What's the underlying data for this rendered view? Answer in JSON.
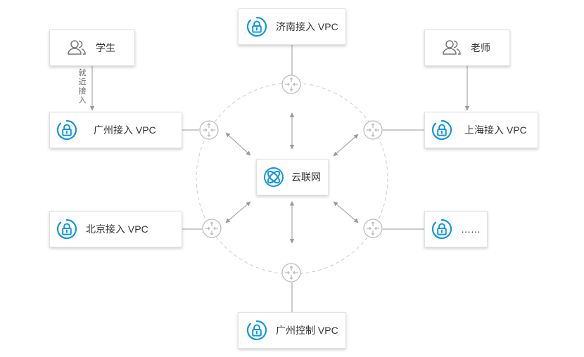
{
  "colors": {
    "accent": "#1296db",
    "line": "#999999",
    "dashed": "#cccccc",
    "border": "#e1e1e1"
  },
  "center": {
    "label": "云联网",
    "icon": "ccn-icon"
  },
  "nodes": {
    "top": {
      "label": "济南接入 VPC",
      "icon": "lock-icon"
    },
    "left1": {
      "label": "广州接入 VPC",
      "icon": "lock-icon"
    },
    "left2": {
      "label": "北京接入 VPC",
      "icon": "lock-icon"
    },
    "right1": {
      "label": "上海接入 VPC",
      "icon": "lock-icon"
    },
    "right2": {
      "label": "……",
      "icon": "lock-icon"
    },
    "bottom": {
      "label": "广州控制 VPC",
      "icon": "lock-icon"
    }
  },
  "users": {
    "student": {
      "label": "学生",
      "icon": "users-icon"
    },
    "teacher": {
      "label": "老师",
      "icon": "users-icon"
    }
  },
  "edge_label": [
    "就",
    "近",
    "接",
    "入"
  ]
}
